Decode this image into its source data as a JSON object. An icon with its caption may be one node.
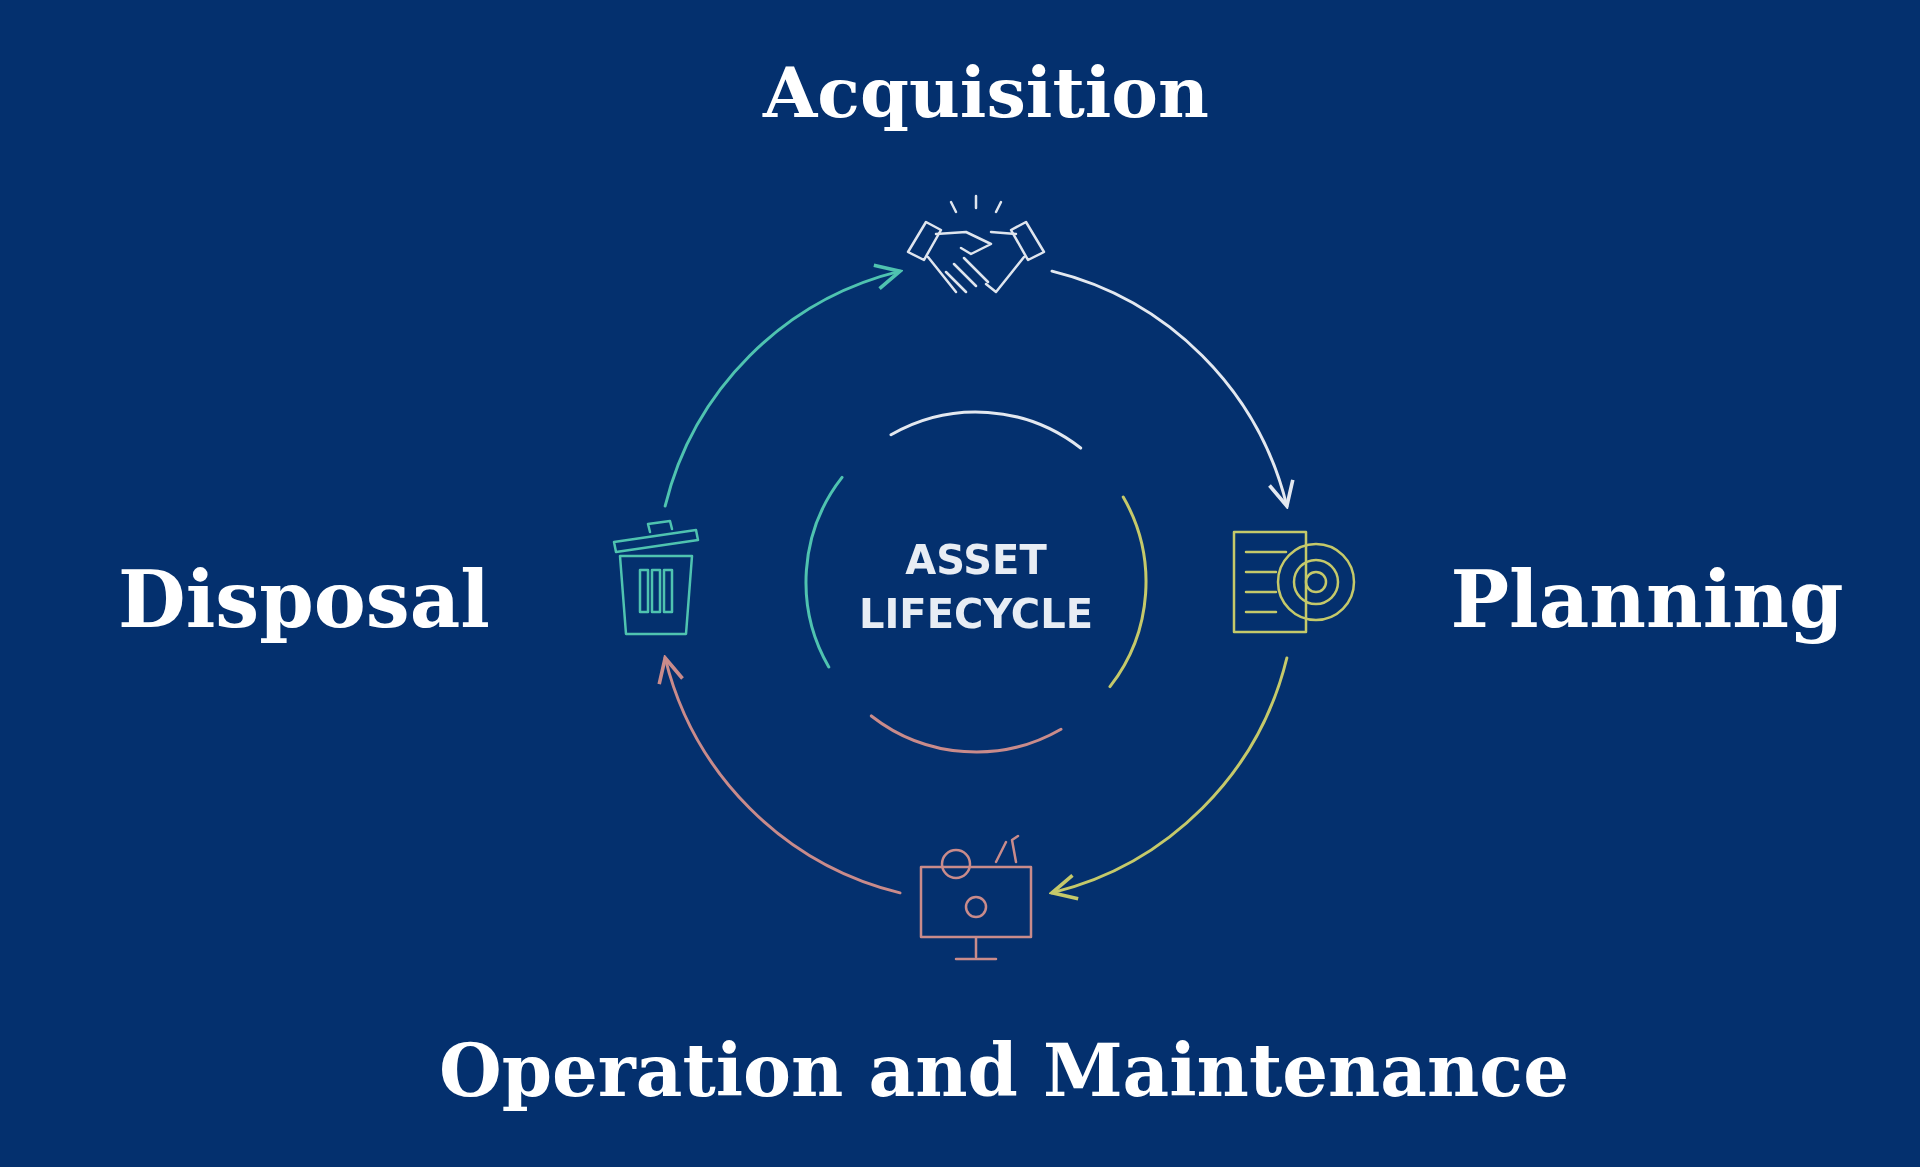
{
  "diagram": {
    "nodes": [
      {
        "text": [],
        "shape": "picture",
        "beside": [
          "Acquisition"
        ]
      },
      {
        "text": [],
        "shape": "picture",
        "beside": [
          "Planning"
        ]
      },
      {
        "text": [],
        "shape": "picture",
        "beside": [
          "Operation and Maintenance"
        ]
      },
      {
        "text": [],
        "shape": "picture",
        "beside": [
          "Disposal"
        ]
      }
    ],
    "edges": [
      {
        "from": 0,
        "to": 1,
        "arrow": "to",
        "color": "#e3e8f0"
      },
      {
        "from": 1,
        "to": 2,
        "arrow": "to",
        "color": "#c5c96a"
      },
      {
        "from": 2,
        "to": 3,
        "arrow": "to",
        "color": "#c98b8b"
      },
      {
        "from": 3,
        "to": 0,
        "arrow": "to",
        "color": "#4fc3b0"
      }
    ],
    "labels": [
      "ASSET LIFECYCLE"
    ]
  }
}
